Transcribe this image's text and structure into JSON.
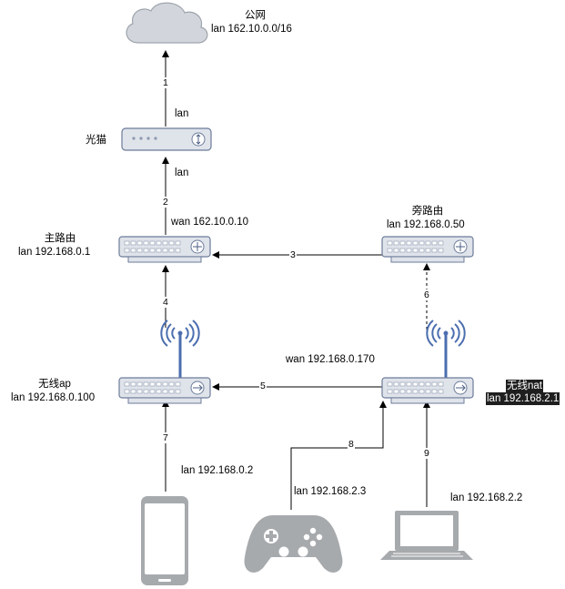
{
  "nodes": {
    "cloud": {
      "title": "公网",
      "lan": "lan  162.10.0.0/16"
    },
    "modem": {
      "title": "光猫",
      "lan_top": "lan",
      "lan_bottom": "lan"
    },
    "main_router": {
      "title": "主路由",
      "lan": "lan 192.168.0.1",
      "wan": "wan 162.10.0.10"
    },
    "side_router": {
      "title": "旁路由",
      "lan": "lan 192.168.0.50"
    },
    "wireless_ap": {
      "title": "无线ap",
      "lan": "lan 192.168.0.100"
    },
    "wireless_nat": {
      "title": "无线nat",
      "lan": "lan 192.168.2.1",
      "wan": "wan 192.168.0.170"
    },
    "phone": {
      "lan": "lan 192.168.0.2"
    },
    "gamepad": {
      "lan": "lan 192.168.2.3"
    },
    "laptop": {
      "lan": "lan 192.168.2.2"
    }
  },
  "edges": [
    "1",
    "2",
    "3",
    "4",
    "5",
    "6",
    "7",
    "8",
    "9"
  ],
  "colors": {
    "device_fill": "#dfe3ea",
    "device_stroke": "#6c7c9a",
    "icon_gray": "#a7aaad",
    "wifi_blue": "#4b6eaf",
    "line": "#000000"
  }
}
